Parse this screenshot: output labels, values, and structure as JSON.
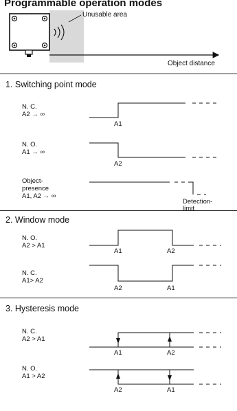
{
  "title": "Programmable operation modes",
  "sensor": {
    "unusable_area": "Unusable area",
    "object_distance": "Object distance"
  },
  "sections": {
    "switching": {
      "heading": "1. Switching point mode",
      "nc": {
        "line1": "N. C.",
        "line2": "A2 → ∞",
        "mark": "A1"
      },
      "no": {
        "line1": "N. O.",
        "line2": "A1 → ∞",
        "mark": "A2"
      },
      "presence": {
        "line1": "Object-",
        "line2": "presence",
        "line3": "A1, A2 → ∞",
        "limit1": "Detection-",
        "limit2": "limit"
      }
    },
    "window": {
      "heading": "2. Window mode",
      "no": {
        "line1": "N. O.",
        "line2": "A2 > A1",
        "mark_left": "A1",
        "mark_right": "A2"
      },
      "nc": {
        "line1": "N. C.",
        "line2": "A1> A2",
        "mark_left": "A2",
        "mark_right": "A1"
      }
    },
    "hysteresis": {
      "heading": "3. Hysteresis mode",
      "nc": {
        "line1": "N. C.",
        "line2": "A2 > A1",
        "mark_left": "A1",
        "mark_right": "A2"
      },
      "no": {
        "line1": "N. O.",
        "line2": "A1 > A2",
        "mark_left": "A2",
        "mark_right": "A1"
      }
    }
  },
  "colors": {
    "unusable_area": "#d9d9d9",
    "line": "#111111"
  }
}
